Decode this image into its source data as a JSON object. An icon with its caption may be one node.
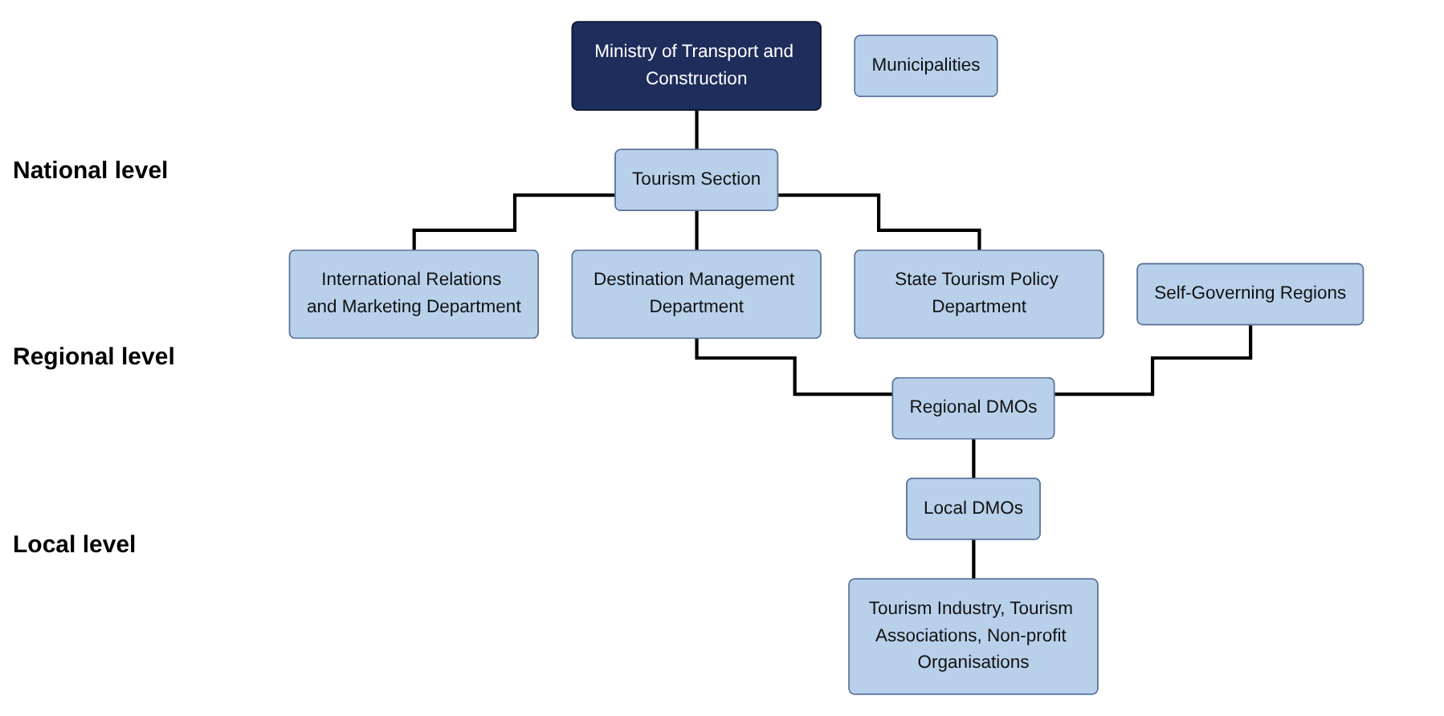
{
  "diagram": {
    "nodes": [
      {
        "text": [
          "Ministry of Transport and Construction"
        ]
      },
      {
        "text": [
          "Tourism Section"
        ]
      },
      {
        "text": [
          "International Relations and Marketing Department"
        ]
      },
      {
        "text": [
          "Destination Management Department"
        ]
      },
      {
        "text": [
          "State Tourism Policy Department"
        ]
      },
      {
        "text": [
          "Self-Governing Regions"
        ]
      },
      {
        "text": [
          "Regional DMOs"
        ]
      },
      {
        "text": [
          "Municipalities"
        ]
      },
      {
        "text": [
          "Local DMOs"
        ]
      },
      {
        "text": [
          "Tourism Industry, Tourism Associations, Non-profit Organisations"
        ]
      }
    ],
    "edges": [
      {
        "from": 0,
        "to": 1,
        "arrow": "none"
      },
      {
        "from": 1,
        "to": 2,
        "arrow": "none"
      },
      {
        "from": 1,
        "to": 3,
        "arrow": "none"
      },
      {
        "from": 1,
        "to": 4,
        "arrow": "none"
      },
      {
        "from": 3,
        "to": 6,
        "arrow": "none"
      },
      {
        "from": 5,
        "to": 6,
        "arrow": "none"
      },
      {
        "from": 6,
        "to": 8,
        "arrow": "none"
      },
      {
        "from": 8,
        "to": 9,
        "arrow": "none"
      }
    ],
    "labels": [
      "National level",
      "Regional level",
      "Local level"
    ]
  }
}
